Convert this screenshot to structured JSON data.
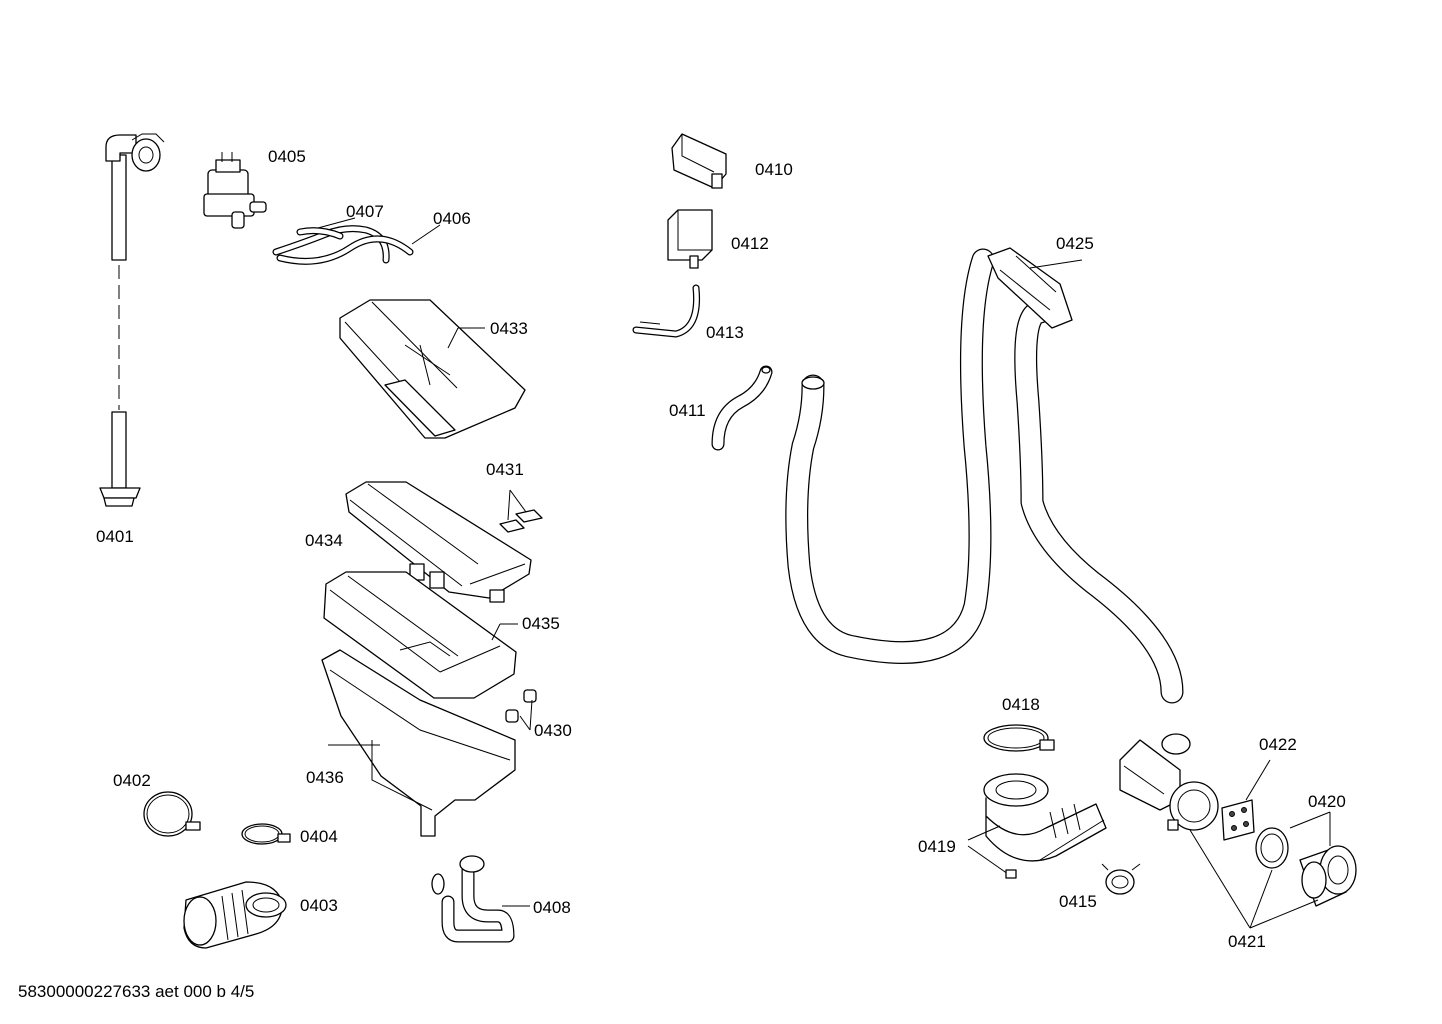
{
  "diagram": {
    "footer_text": "58300000227633 aet 000 b 4/5",
    "parts": [
      {
        "id": "p0401",
        "label": "0401"
      },
      {
        "id": "p0402",
        "label": "0402"
      },
      {
        "id": "p0403",
        "label": "0403"
      },
      {
        "id": "p0404",
        "label": "0404"
      },
      {
        "id": "p0405",
        "label": "0405"
      },
      {
        "id": "p0406",
        "label": "0406"
      },
      {
        "id": "p0407",
        "label": "0407"
      },
      {
        "id": "p0408",
        "label": "0408"
      },
      {
        "id": "p0410",
        "label": "0410"
      },
      {
        "id": "p0411",
        "label": "0411"
      },
      {
        "id": "p0412",
        "label": "0412"
      },
      {
        "id": "p0413",
        "label": "0413"
      },
      {
        "id": "p0415",
        "label": "0415"
      },
      {
        "id": "p0418",
        "label": "0418"
      },
      {
        "id": "p0419",
        "label": "0419"
      },
      {
        "id": "p0420",
        "label": "0420"
      },
      {
        "id": "p0421",
        "label": "0421"
      },
      {
        "id": "p0422",
        "label": "0422"
      },
      {
        "id": "p0425",
        "label": "0425"
      },
      {
        "id": "p0430",
        "label": "0430"
      },
      {
        "id": "p0431",
        "label": "0431"
      },
      {
        "id": "p0433",
        "label": "0433"
      },
      {
        "id": "p0434",
        "label": "0434"
      },
      {
        "id": "p0435",
        "label": "0435"
      },
      {
        "id": "p0436",
        "label": "0436"
      }
    ]
  }
}
